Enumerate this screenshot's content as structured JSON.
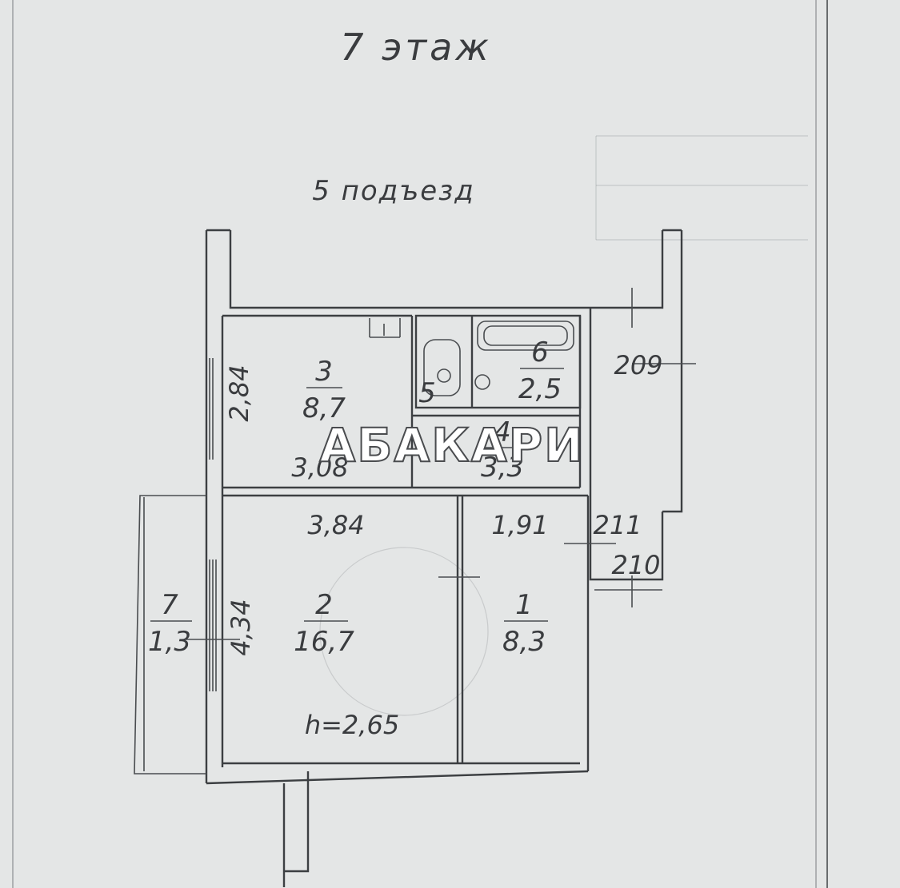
{
  "floor_label": "7 этаж",
  "entrance_label": "5 подъезд",
  "rooms": [
    {
      "number": "1",
      "area": "8,3"
    },
    {
      "number": "2",
      "area": "16,7"
    },
    {
      "number": "3",
      "area": "8,7"
    },
    {
      "number": "4",
      "area": "3,3"
    },
    {
      "number": "5",
      "area": ""
    },
    {
      "number": "6",
      "area": "2,5"
    },
    {
      "number": "7",
      "area": "1,3"
    }
  ],
  "dimensions": {
    "room3_height": "2,84",
    "room3_width": "3,08",
    "room2_width": "3,84",
    "room2_height": "4,34",
    "room1_width": "1,91",
    "ceiling_height": "h=2,65"
  },
  "external_numbers": {
    "n209": "209",
    "n211": "211",
    "n210": "210"
  },
  "watermark": "АБАКАРИ",
  "colors": {
    "background": "#e4e6e6",
    "lines": "#3c3f42",
    "text": "#3a3c3f"
  }
}
